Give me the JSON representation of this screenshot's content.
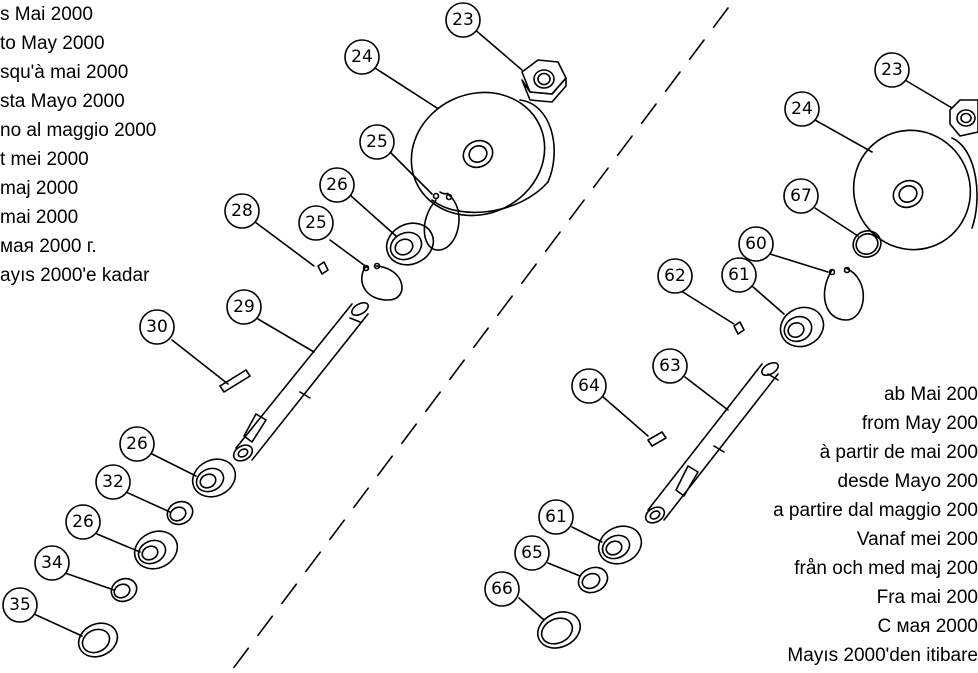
{
  "notes_left": [
    "s Mai 2000",
    "to May 2000",
    "squ'à mai 2000",
    "sta Mayo 2000",
    "no al maggio 2000",
    "t mei 2000",
    "maj 2000",
    "mai 2000",
    "мая 2000 г.",
    "ayıs 2000'e kadar"
  ],
  "notes_right": [
    "ab Mai 200",
    "from May 200",
    "à partir de mai 200",
    "desde Mayo 200",
    "a partire dal maggio 200",
    "Vanaf mei 200",
    "från och med maj 200",
    "Fra mai 200",
    "С мая 2000",
    "Mayıs 2000'den itibare"
  ],
  "callouts": {
    "c23a": "23",
    "c24a": "24",
    "c25a": "25",
    "c26a": "26",
    "c28": "28",
    "c25b": "25",
    "c29": "29",
    "c30": "30",
    "c26b": "26",
    "c32": "32",
    "c26c": "26",
    "c34": "34",
    "c35": "35",
    "c23b": "23",
    "c24b": "24",
    "c67": "67",
    "c60": "60",
    "c61a": "61",
    "c62": "62",
    "c63": "63",
    "c64": "64",
    "c61b": "61",
    "c65": "65",
    "c66": "66"
  }
}
